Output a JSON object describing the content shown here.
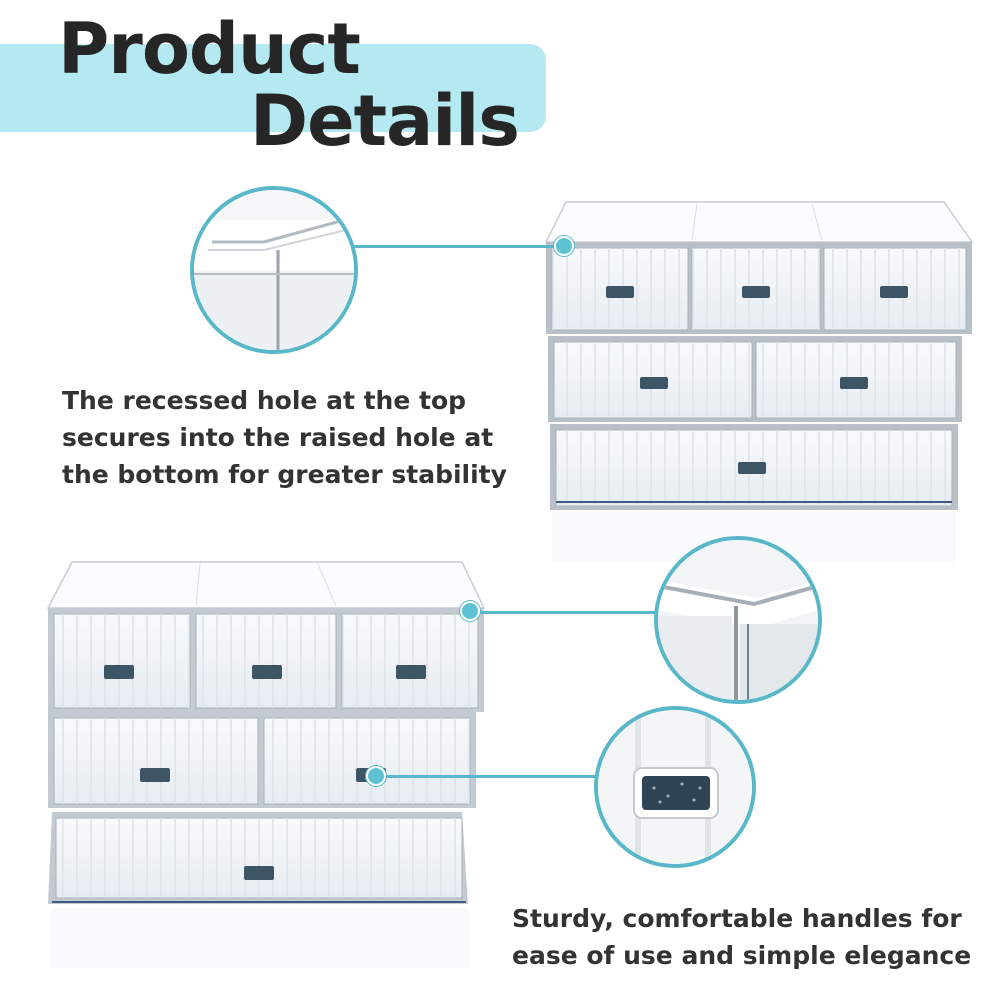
{
  "header": {
    "title_line_1": "Product",
    "title_line_2": "Details"
  },
  "features": [
    {
      "caption_lines": [
        "The recessed hole at the top",
        "secures into the raised hole at",
        "the bottom for greater stability"
      ],
      "detail": "corner-zoom-icon"
    },
    {
      "caption_lines": [
        "Sturdy, comfortable handles for",
        "ease of use and simple elegance"
      ],
      "detail": "handle-zoom-icon"
    }
  ],
  "colors": {
    "accent": "#58b7c8",
    "title_band": "#b5e9f1",
    "title_text": "#262626",
    "caption_text": "#333333",
    "handle": "#3e5566"
  }
}
